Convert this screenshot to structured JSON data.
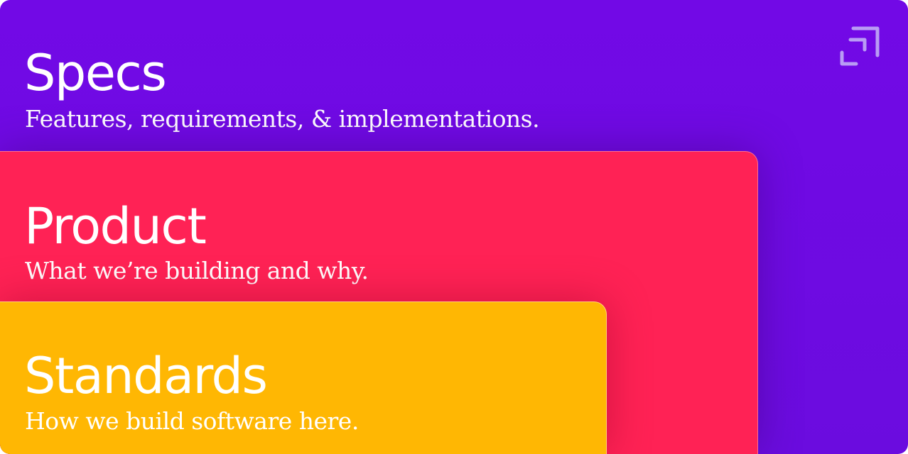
{
  "colors": {
    "specs_background": "#7209e6",
    "product_background": "#ff2255",
    "standards_background": "#ffb703",
    "text": "#ffffff",
    "logo": "#b99cf4"
  },
  "logo": {
    "icon": "corner-brackets-logo-icon"
  },
  "sections": {
    "specs": {
      "title": "Specs",
      "subtitle": "Features, requirements, & implementations."
    },
    "product": {
      "title": "Product",
      "subtitle": "What we’re building and why."
    },
    "standards": {
      "title": "Standards",
      "subtitle": "How we build software here."
    }
  }
}
